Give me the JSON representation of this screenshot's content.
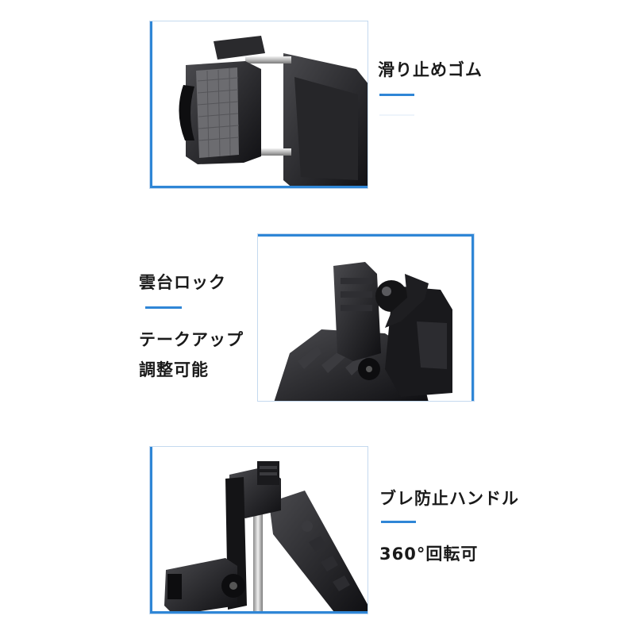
{
  "section1": {
    "caption": "滑り止めゴム",
    "image_desc_name": "phone-clamp-image"
  },
  "section2": {
    "caption1": "雲台ロック",
    "caption2": "テークアップ",
    "caption3": "調整可能",
    "image_desc_name": "gimbal-head-lock-image"
  },
  "section3": {
    "caption1": "ブレ防止ハンドル",
    "caption2": "360°回転可",
    "image_desc_name": "handle-and-mount-image"
  },
  "colors": {
    "accent": "#2f86d6",
    "product": "#1c1c1e",
    "background": "#ffffff"
  }
}
